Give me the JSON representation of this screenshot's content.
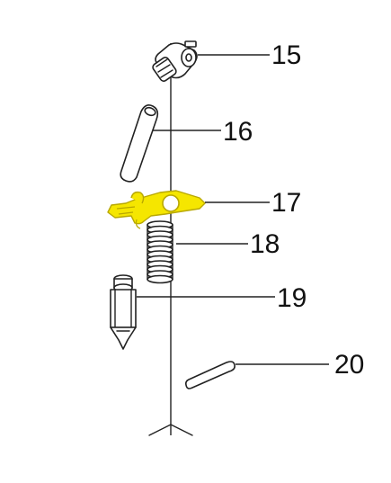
{
  "callouts": [
    {
      "id": "15",
      "label": "15"
    },
    {
      "id": "16",
      "label": "16"
    },
    {
      "id": "17",
      "label": "17"
    },
    {
      "id": "18",
      "label": "18"
    },
    {
      "id": "19",
      "label": "19"
    },
    {
      "id": "20",
      "label": "20"
    }
  ],
  "colors": {
    "highlight": "#f5e600",
    "highlight_stroke": "#b8a800",
    "line": "#222222",
    "background": "#ffffff"
  }
}
